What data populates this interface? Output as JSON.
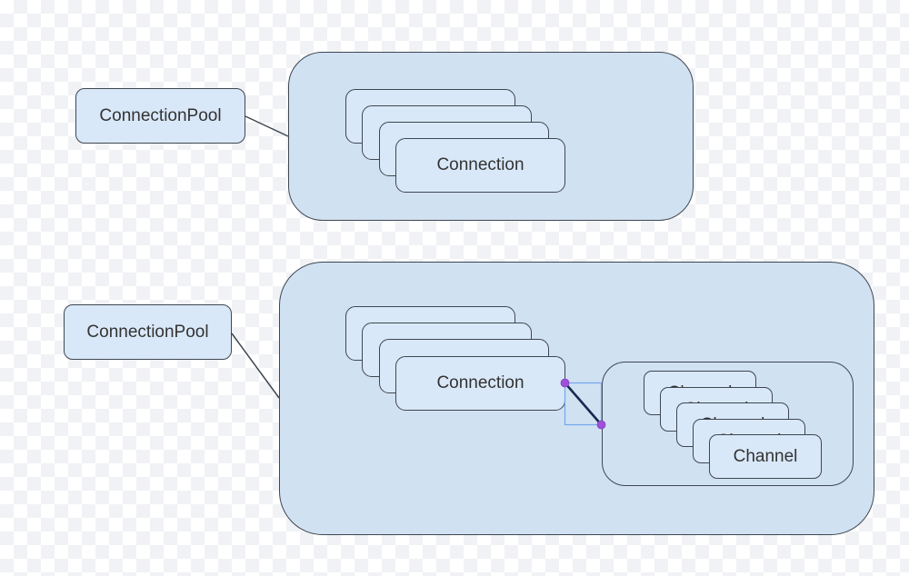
{
  "colors": {
    "checker_dark": "#f1f2f5",
    "checker_light": "#ffffff",
    "container_fill": "#d0e1f2",
    "node_fill": "#d9e8f8",
    "stroke": "#3f4750",
    "text": "#333333",
    "connector": "#3f4750",
    "selected_edge": "#16294e",
    "selection_box": "#74a7ee",
    "handle_fill": "#9d50d8",
    "handle_stroke": "#8a3fc6"
  },
  "top_diagram": {
    "pool_label": "ConnectionPool",
    "connection_stack": {
      "label": "Connection",
      "count": 4
    }
  },
  "bottom_diagram": {
    "pool_label": "ConnectionPool",
    "connection_stack": {
      "label": "Connection",
      "count": 4
    },
    "channel_stack": {
      "label": "Channel",
      "count": 5
    }
  }
}
